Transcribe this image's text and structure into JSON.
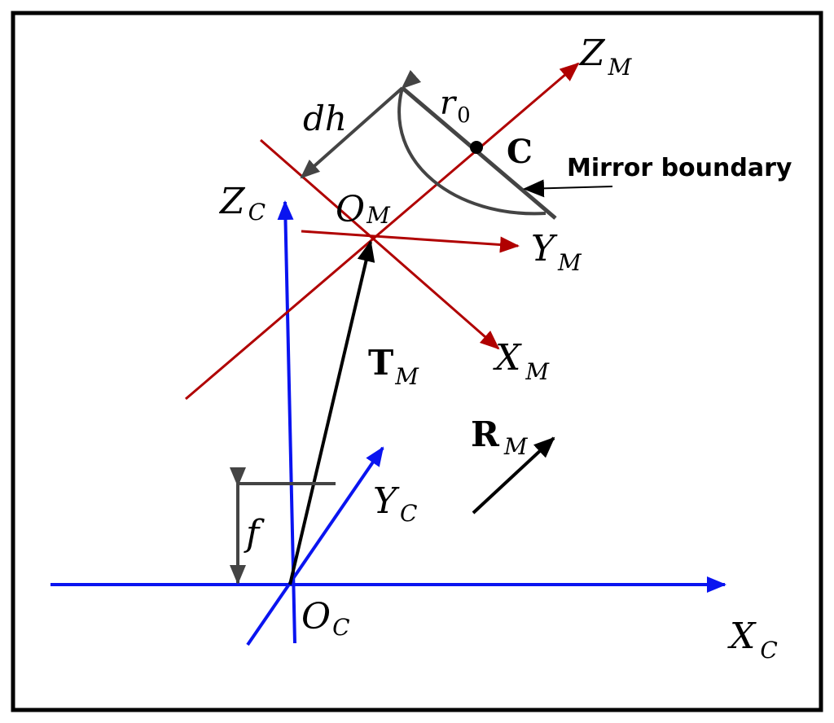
{
  "colors": {
    "camera_axes": "#0a14f0",
    "mirror_axes": "#b00000",
    "vector": "#000000",
    "annotation": "#444444",
    "frame": "#000000",
    "background": "#ffffff"
  },
  "labels": {
    "z_m": {
      "main": "Z",
      "sub": "M"
    },
    "y_m": {
      "main": "Y",
      "sub": "M"
    },
    "x_m": {
      "main": "X",
      "sub": "M"
    },
    "o_m": {
      "main": "O",
      "sub": "M"
    },
    "z_c": {
      "main": "Z",
      "sub": "C"
    },
    "y_c": {
      "main": "Y",
      "sub": "C"
    },
    "x_c": {
      "main": "X",
      "sub": "C"
    },
    "o_c": {
      "main": "O",
      "sub": "C"
    },
    "t_m": {
      "main": "T",
      "sub": "M"
    },
    "r_m": {
      "main": "R",
      "sub": "M"
    },
    "r0": {
      "main": "r",
      "sub": "0"
    },
    "dh": "dh",
    "f": "f",
    "c": "C",
    "mirror_boundary": "Mirror boundary"
  }
}
